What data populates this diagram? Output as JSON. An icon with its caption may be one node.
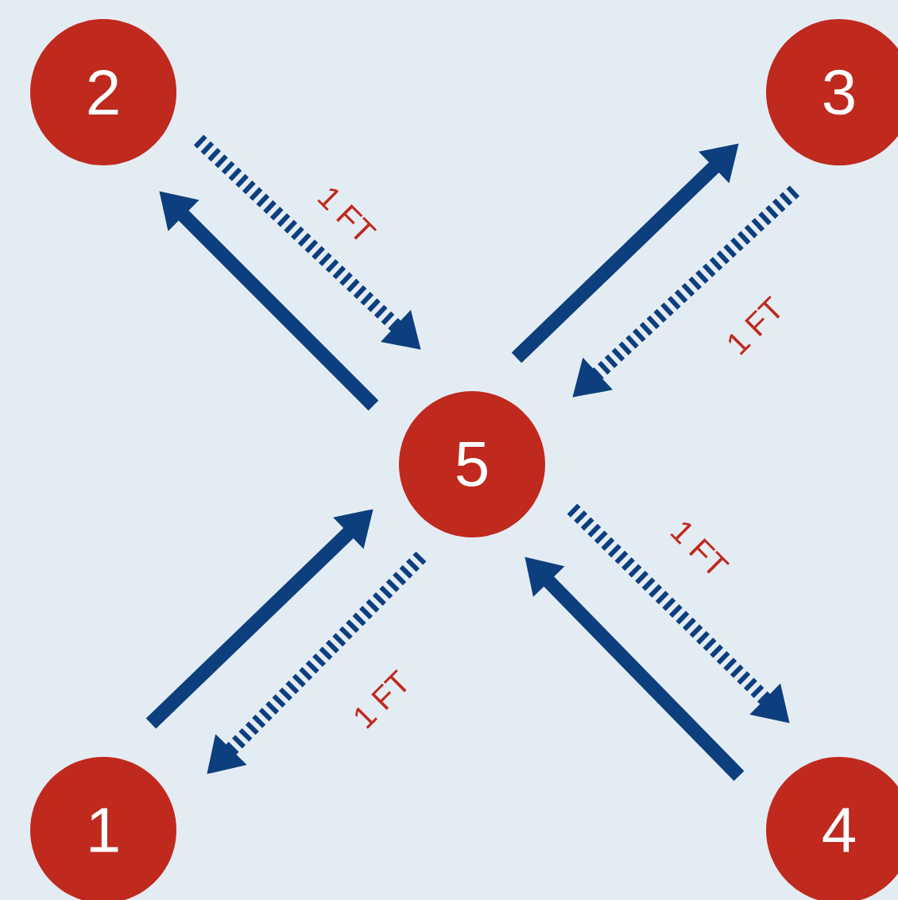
{
  "diagram": {
    "nodes": [
      {
        "text": [
          "2"
        ]
      },
      {
        "text": [
          "3"
        ]
      },
      {
        "text": [
          "5"
        ]
      },
      {
        "text": [
          "1"
        ]
      },
      {
        "text": [
          "4"
        ]
      }
    ],
    "edges": [
      {
        "from": 2,
        "to": 0,
        "arrow": "to"
      },
      {
        "from": 0,
        "to": 2,
        "arrow": "to",
        "style": "dashed",
        "label": "1 FT"
      },
      {
        "from": 2,
        "to": 1,
        "arrow": "to"
      },
      {
        "from": 1,
        "to": 2,
        "arrow": "to",
        "style": "dashed",
        "label": "1 FT"
      },
      {
        "from": 3,
        "to": 2,
        "arrow": "to"
      },
      {
        "from": 2,
        "to": 3,
        "arrow": "to",
        "style": "dashed",
        "label": "1 FT"
      },
      {
        "from": 4,
        "to": 2,
        "arrow": "to"
      },
      {
        "from": 2,
        "to": 4,
        "arrow": "to",
        "style": "dashed",
        "label": "1 FT"
      }
    ]
  }
}
